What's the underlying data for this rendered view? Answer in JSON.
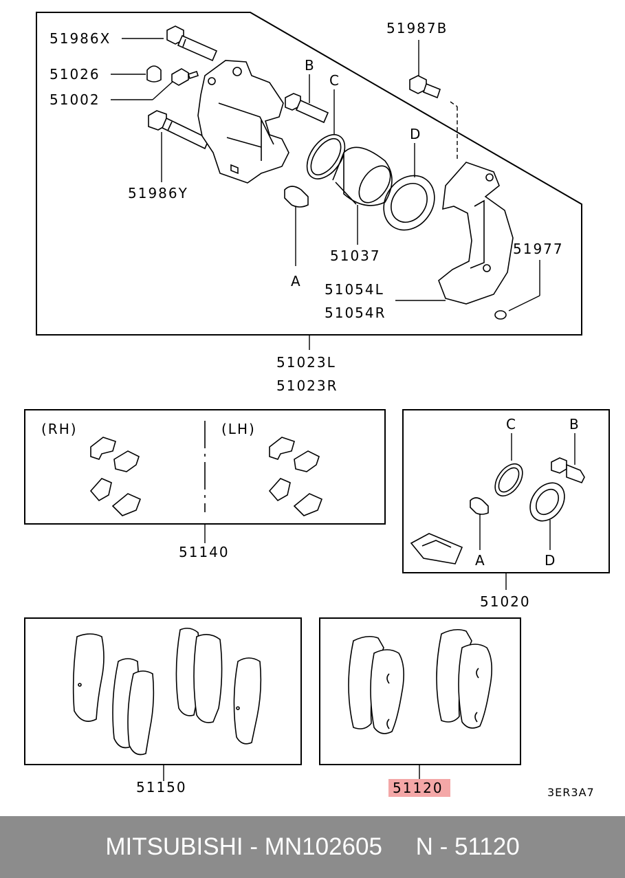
{
  "caliper_box": {
    "parts": {
      "bolt_x": "51986X",
      "cap": "51026",
      "bleeder": "51002",
      "bolt_y": "51986Y",
      "bolt_b": "51987B",
      "ref_b": "B",
      "ref_c": "C",
      "ref_d": "D",
      "ref_a": "A",
      "piston": "51037",
      "ring": "51977",
      "bracket_l": "51054L",
      "bracket_r": "51054R"
    },
    "assembly_l": "51023L",
    "assembly_r": "51023R"
  },
  "clips_box": {
    "rh_label": "(RH)",
    "lh_label": "(LH)",
    "part": "51140"
  },
  "seal_kit_box": {
    "ref_c": "C",
    "ref_b": "B",
    "ref_a": "A",
    "ref_d": "D",
    "part": "51020"
  },
  "shim_box": {
    "part": "51150"
  },
  "pad_box": {
    "part": "51120",
    "highlight_color": "#f4a7a7"
  },
  "figure_code": "3ER3A7",
  "footer": {
    "brand": "MITSUBISHI",
    "sep1": " - ",
    "part_number": "MN102605",
    "gap": "     ",
    "ref": "N - 51120"
  }
}
